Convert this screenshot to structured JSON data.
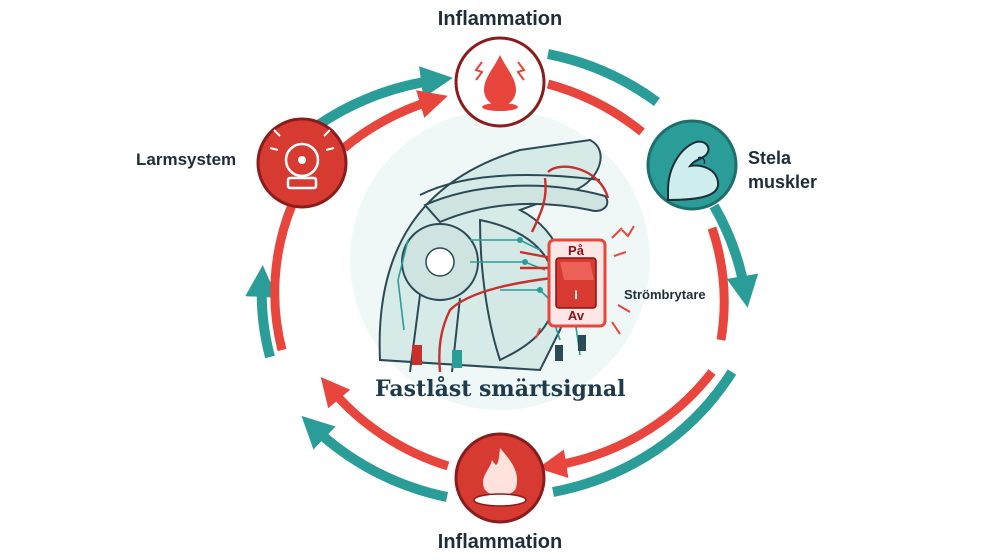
{
  "nodes": {
    "top": {
      "label": "Inflammation",
      "icon": "blood-drop-icon"
    },
    "right": {
      "label_line1": "Stela",
      "label_line2": "muskler",
      "icon": "flexed-arm-icon"
    },
    "bottom": {
      "label": "Inflammation",
      "icon": "fire-icon"
    },
    "left": {
      "label": "Larmsystem",
      "icon": "alarm-bell-icon"
    }
  },
  "center": {
    "caption": "Fastlåst smärtsignal",
    "switch": {
      "label": "Strömbrytare",
      "on_label": "På",
      "off_label": "Av",
      "toggle_mark": "I"
    }
  },
  "colors": {
    "teal": "#2a9d98",
    "red": "#e8453c",
    "dark_red": "#c9302c",
    "outline": "#2b4a55"
  }
}
